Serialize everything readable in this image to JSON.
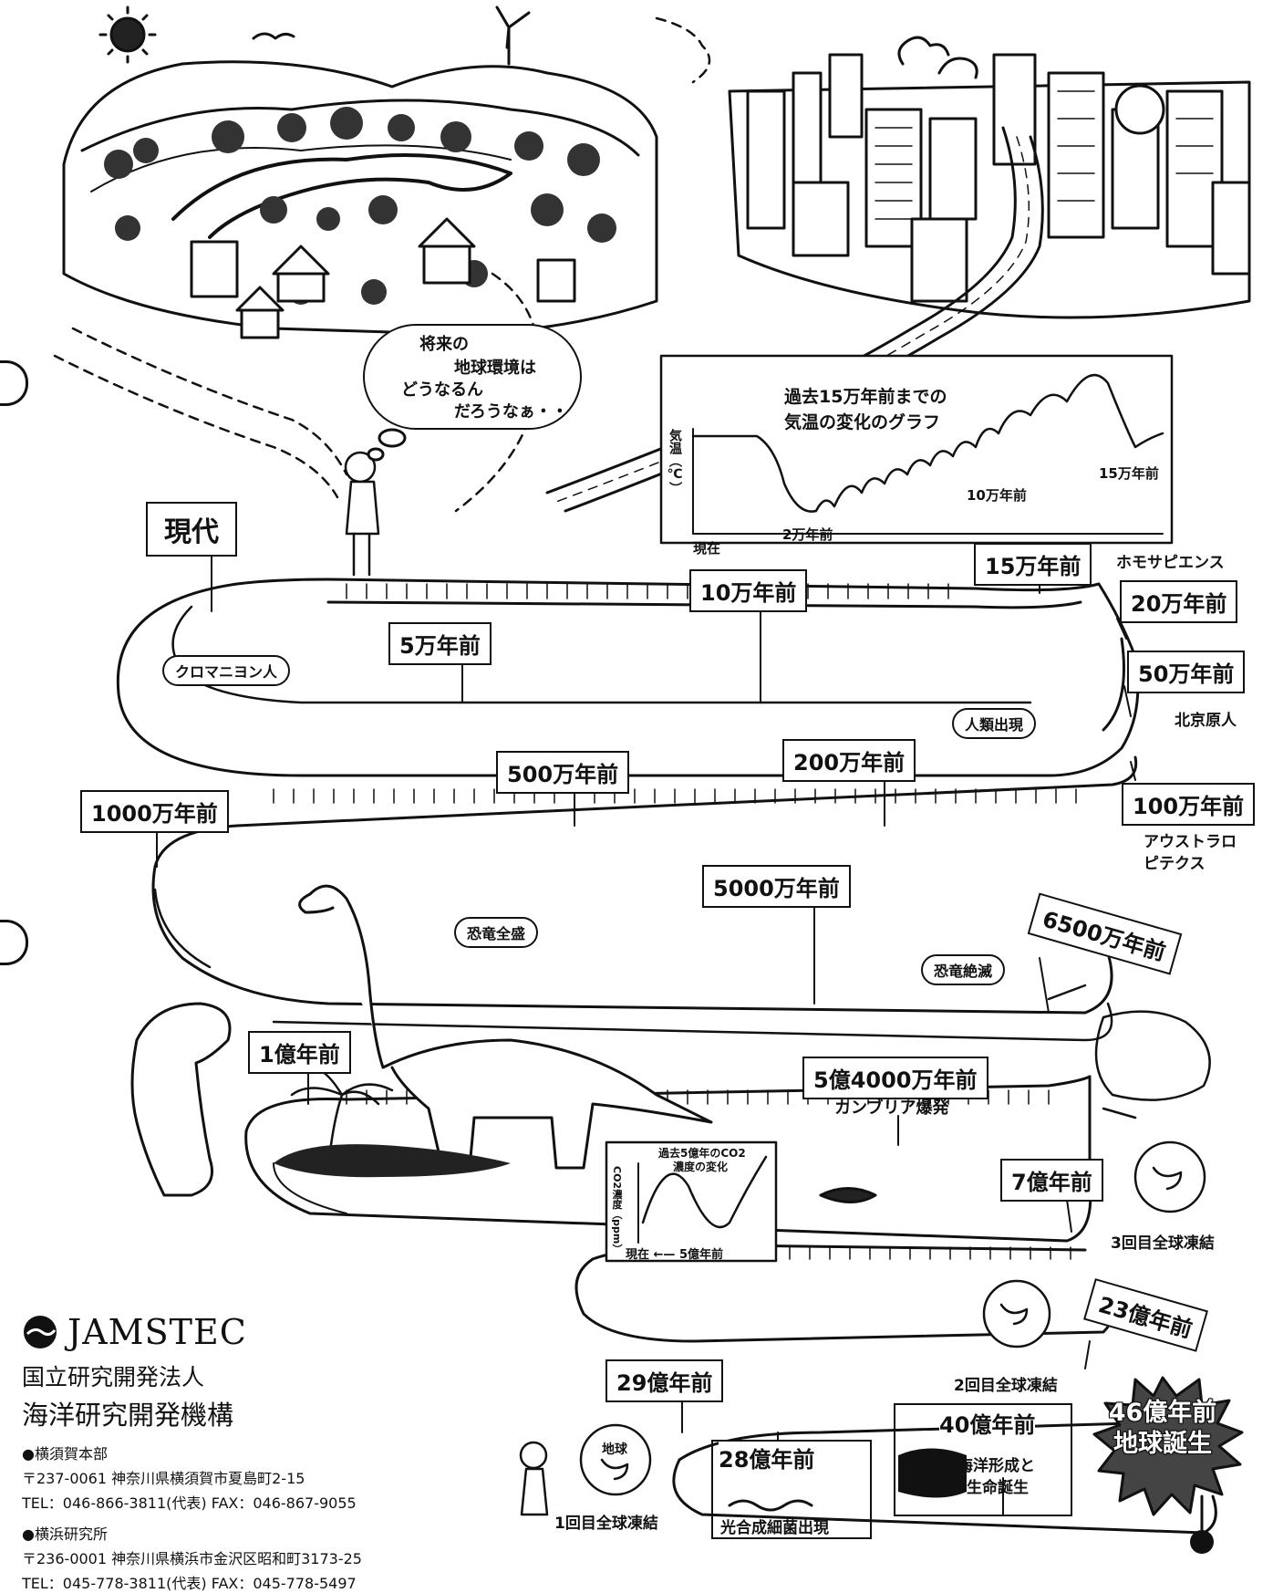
{
  "thought_bubble": [
    "将来の",
    "地球環境は",
    "どうなるん",
    "だろうなぁ・・"
  ],
  "temp_graph": {
    "title_line1": "過去15万年前までの",
    "title_line2": "気温の変化のグラフ",
    "ylabel": "気温（℃）",
    "x_now": "現在",
    "x_2man": "2万年前",
    "x_10man": "10万年前",
    "x_15man": "15万年前"
  },
  "co2_graph": {
    "title_line1": "過去5億年のCO2",
    "title_line2": "濃度の変化",
    "ylabel": "CO2濃度（ppm）",
    "xlabel": "現在 ←— 5億年前"
  },
  "timeline": {
    "gendai": "現代",
    "man5": "5万年前",
    "man10": "10万年前",
    "man15": "15万年前",
    "man20": "20万年前",
    "man50": "50万年前",
    "man100": "100万年前",
    "man200": "200万年前",
    "man500": "500万年前",
    "man1000": "1000万年前",
    "man5000": "5000万年前",
    "man6500": "6500万年前",
    "oku1": "1億年前",
    "oku5_4": "5億4000万年前",
    "oku7": "7億年前",
    "oku23": "23億年前",
    "oku28": "28億年前",
    "oku29": "29億年前",
    "oku40": "40億年前",
    "oku46_line1": "46億年前",
    "oku46_line2": "地球誕生"
  },
  "annotations": {
    "cromagnon": "クロマニヨン人",
    "homo_sapiens": "ホモサピエンス",
    "peking": "北京原人",
    "australo_1": "アウストラロ",
    "australo_2": "ピテクス",
    "human_appears": "人類出現",
    "dino_prosper": "恐竜全盛",
    "dino_extinct": "恐竜絶滅",
    "cambrian": "カンブリア爆発",
    "freeze3": "3回目全球凍結",
    "freeze2": "2回目全球凍結",
    "freeze1": "1回目全球凍結",
    "earth": "地球",
    "ocean_1": "海洋形成と",
    "ocean_2": "生命誕生",
    "photosyn": "光合成細菌出現"
  },
  "footer": {
    "logo": "JAMSTEC",
    "org_line1": "国立研究開発法人",
    "org_line2": "海洋研究開発機構",
    "office1_name": "●横須賀本部",
    "office1_addr": "〒237-0061 神奈川県横須賀市夏島町2-15",
    "office1_tel": "TEL：046-866-3811(代表)  FAX：046-867-9055",
    "office2_name": "●横浜研究所",
    "office2_addr": "〒236-0001 神奈川県横浜市金沢区昭和町3173-25",
    "office2_tel": "TEL：045-778-3811(代表)   FAX：045-778-5497"
  }
}
